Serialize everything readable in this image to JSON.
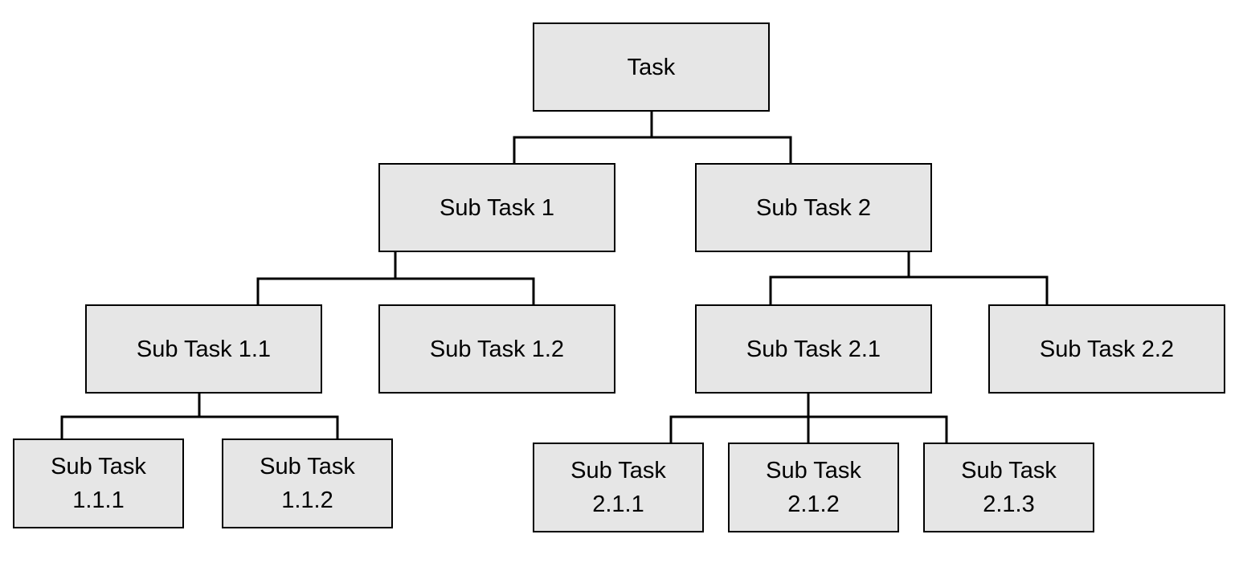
{
  "diagram": {
    "type": "tree",
    "nodes": [
      {
        "id": "task",
        "label": "Task"
      },
      {
        "id": "st1",
        "label": "Sub Task 1",
        "parent": "task"
      },
      {
        "id": "st2",
        "label": "Sub Task 2",
        "parent": "task"
      },
      {
        "id": "st11",
        "label": "Sub Task 1.1",
        "parent": "st1"
      },
      {
        "id": "st12",
        "label": "Sub Task 1.2",
        "parent": "st1"
      },
      {
        "id": "st21",
        "label": "Sub Task 2.1",
        "parent": "st2"
      },
      {
        "id": "st22",
        "label": "Sub Task 2.2",
        "parent": "st2"
      },
      {
        "id": "st111",
        "label": "Sub Task\n1.1.1",
        "parent": "st11"
      },
      {
        "id": "st112",
        "label": "Sub Task\n1.1.2",
        "parent": "st11"
      },
      {
        "id": "st211",
        "label": "Sub Task\n2.1.1",
        "parent": "st21"
      },
      {
        "id": "st212",
        "label": "Sub Task\n2.1.2",
        "parent": "st21"
      },
      {
        "id": "st213",
        "label": "Sub Task\n2.1.3",
        "parent": "st21"
      }
    ],
    "colors": {
      "box_fill": "#e6e6e6",
      "box_border": "#000000",
      "connector": "#000000",
      "text": "#000000"
    }
  }
}
